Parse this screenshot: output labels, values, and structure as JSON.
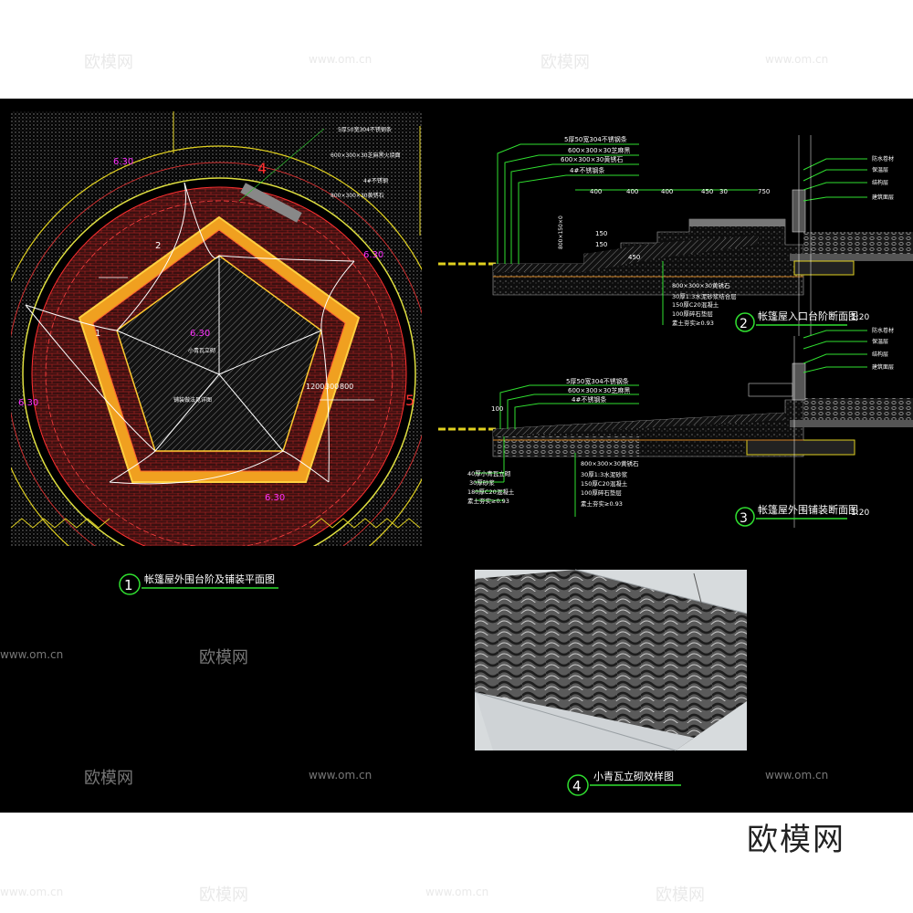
{
  "watermark": {
    "brand": "欧模网",
    "site": "www.om.cn"
  },
  "brand_footer": "欧模网",
  "plan": {
    "elevations": [
      "6.30",
      "6.30",
      "6.30",
      "6.30",
      "6.30"
    ],
    "markers": [
      "1",
      "2",
      "4",
      "5"
    ],
    "dims": [
      "1200",
      "300",
      "800"
    ],
    "notes": [
      "5厚50宽304不锈钢条",
      "600×300×30芝麻黑火烧面",
      "4#不锈钢",
      "800×300×30黄锈石",
      "小青瓦立砌",
      "铺装做法见详图"
    ]
  },
  "section2": {
    "labels": [
      "5厚50宽304不锈钢条",
      "600×300×30芝麻黑",
      "600×300×30黄锈石",
      "4#不锈钢条"
    ],
    "dims": [
      "400",
      "400",
      "400",
      "450",
      "30",
      "750",
      "150",
      "150",
      "450",
      "800×150×0"
    ],
    "layers": [
      "800×300×30黄锈石",
      "30厚1:3水泥砂浆结合层",
      "150厚C20混凝土",
      "100厚碎石垫层",
      "素土夯实≥0.93"
    ],
    "right_labels": [
      "防水卷材",
      "保温层",
      "结构层",
      "建筑面层"
    ]
  },
  "section3": {
    "labels": [
      "5厚50宽304不锈钢条",
      "600×300×30芝麻黑",
      "4#不锈钢条"
    ],
    "dim": "100",
    "left_layers": [
      "40厚小青瓦立砌",
      "30厚砂浆",
      "180厚C20混凝土",
      "素土夯实≥0.93"
    ],
    "layers": [
      "800×300×30黄锈石",
      "30厚1:3水泥砂浆",
      "150厚C20混凝土",
      "100厚碎石垫层",
      "素土夯实≥0.93"
    ],
    "right_labels": [
      "防水卷材",
      "保温层",
      "结构层",
      "建筑面层"
    ]
  },
  "titles": [
    {
      "num": "1",
      "text": "帐篷屋外围台阶及铺装平面图",
      "scale": ""
    },
    {
      "num": "2",
      "text": "帐篷屋入口台阶断面图",
      "scale": "1:20"
    },
    {
      "num": "3",
      "text": "帐篷屋外围铺装断面图",
      "scale": "1:20"
    },
    {
      "num": "4",
      "text": "小青瓦立砌效样图",
      "scale": ""
    }
  ]
}
